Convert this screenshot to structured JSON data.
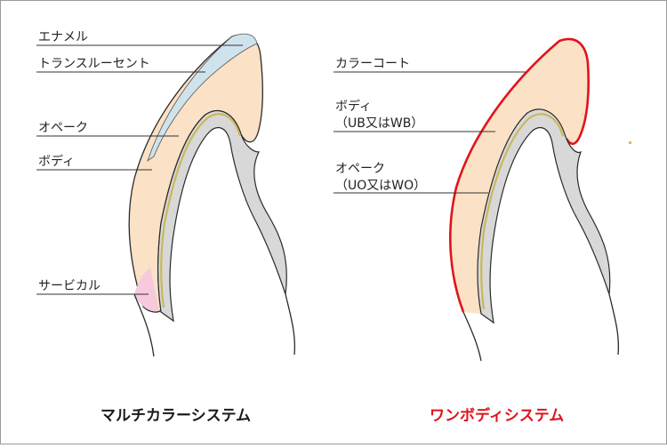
{
  "left_panel": {
    "caption": "マルチカラーシステム",
    "labels": {
      "enamel": "エナメル",
      "translucent": "トランスルーセント",
      "opaque": "オペーク",
      "body": "ボディ",
      "cervical": "サービカル"
    }
  },
  "right_panel": {
    "caption": "ワンボディシステム",
    "labels": {
      "color_coat": "カラーコート",
      "body_line1": "ボディ",
      "body_line2": "（UB又はWB）",
      "opaque_line1": "オペーク",
      "opaque_line2": "（UO又はWO）"
    }
  },
  "colors": {
    "body": "#fbe1c6",
    "enamel": "#cfe3ec",
    "cervical": "#f6c9dd",
    "core": "#d8d8d8",
    "opaque_line": "#c9b85a",
    "outline": "#2a2a2a",
    "color_coat": "#e0141b",
    "right_caption": "#e0141b",
    "left_caption": "#1a1a1a",
    "frame": "#9a9a9a"
  }
}
